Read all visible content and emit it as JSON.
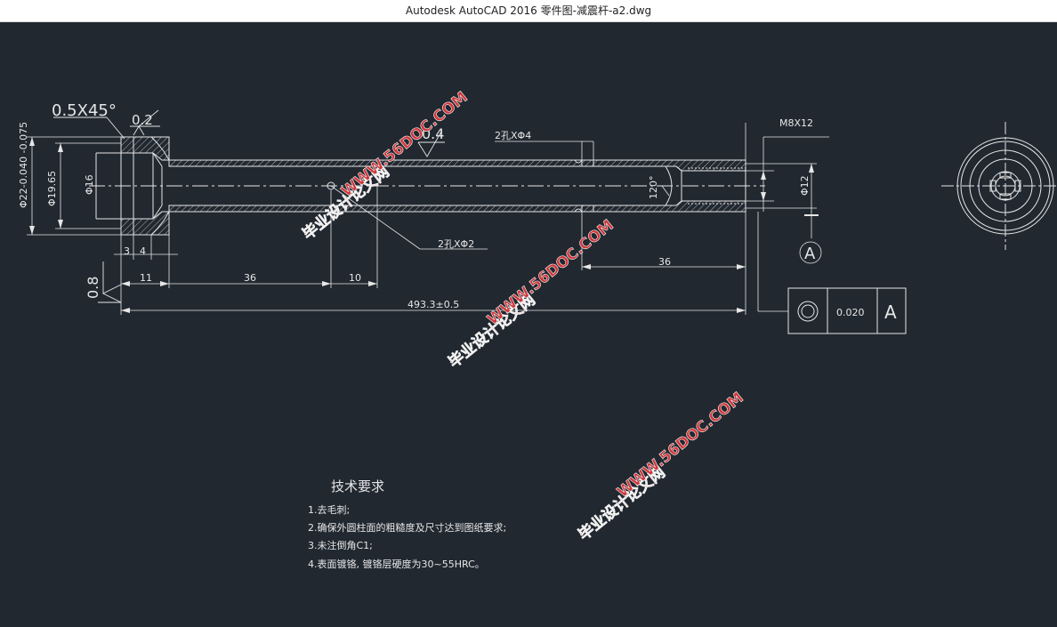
{
  "window": {
    "title": "Autodesk AutoCAD 2016      零件图-减震杆-a2.dwg"
  },
  "colors": {
    "background": "#212830",
    "line": "#e6e6e6",
    "watermark": "#d0373b"
  },
  "annotations": {
    "chamfer_note": "0.5X45°",
    "roughness_top": "0.2",
    "roughness_mid": "0.4",
    "roughness_left": "0.8",
    "dia_outer": "Φ22-0.040 -0.075",
    "dia_1965": "Φ19.65",
    "dia_16": "Φ16",
    "dia_12": "Φ12",
    "holes_4": "2孔XΦ4",
    "holes_2": "2孔XΦ2",
    "thread": "M8X12",
    "angle": "120°",
    "datum": "A",
    "tolerance_value": "0.020",
    "tolerance_datum": "A"
  },
  "dimensions": {
    "d3": "3",
    "d4": "4",
    "d11": "11",
    "d36_left": "36",
    "d10": "10",
    "d36_right": "36",
    "total_length": "493.3±0.5"
  },
  "tech_requirements": {
    "title": "技术要求",
    "items": [
      "1.去毛刺;",
      "2.确保外圆柱面的粗糙度及尺寸达到图纸要求;",
      "3.未注倒角C1;",
      "4.表面镀铬, 镀铬层硬度为30~55HRC。"
    ]
  },
  "watermarks": {
    "text_cn": "毕业设计论文网",
    "text_en": "WWW.56DOC.COM"
  }
}
